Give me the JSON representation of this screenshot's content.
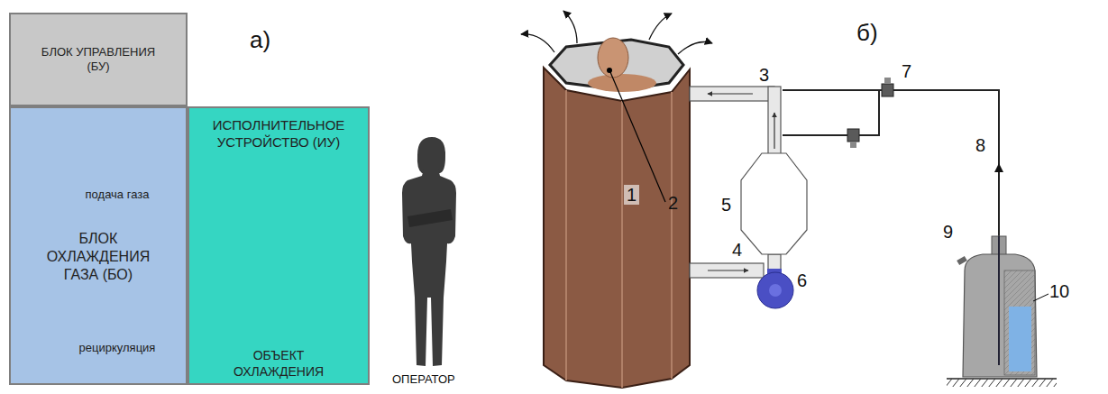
{
  "diagram": {
    "nodes": [
      {
        "text": [
          "БЛОК УПРАВЛЕНИЯ (БУ)"
        ]
      },
      {
        "text": [
          "БЛОК ОХЛАЖДЕНИЯ ГАЗА (БО)"
        ]
      },
      {
        "text": [
          "ИСПОЛНИТЕЛЬНОЕ УСТРОЙСТВО (ИУ)",
          "ОБЪЕКТ ОХЛАЖДЕНИЯ"
        ]
      }
    ],
    "edges": [
      {
        "from": 1,
        "to": 2,
        "label": "подача газа",
        "arrow": "to"
      },
      {
        "from": 2,
        "to": 1,
        "label": "рециркуляция",
        "arrow": "to"
      }
    ],
    "labels": [
      "а)",
      "ОПЕРАТОР",
      "б)",
      "1",
      "2",
      "3",
      "4",
      "5",
      "6",
      "7",
      "8",
      "9",
      "10"
    ]
  }
}
